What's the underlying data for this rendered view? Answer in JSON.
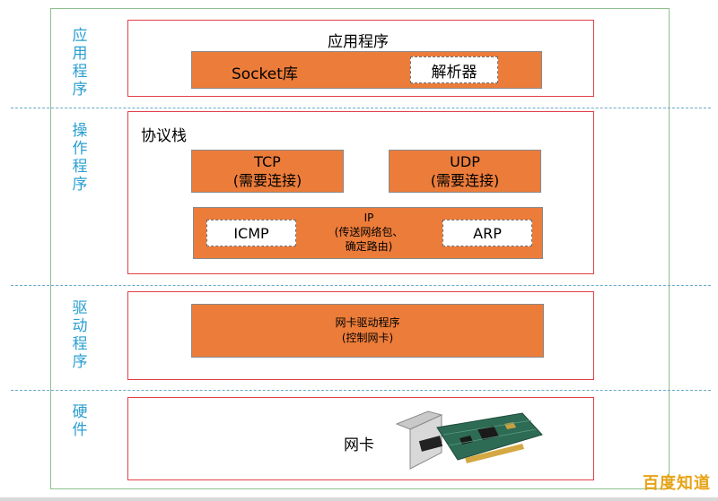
{
  "layers": {
    "app_label": [
      "应",
      "用",
      "程",
      "序"
    ],
    "os_label": [
      "操",
      "作",
      "程",
      "序"
    ],
    "driver_label": [
      "驱",
      "动",
      "程",
      "序"
    ],
    "hw_label": [
      "硬",
      "件"
    ]
  },
  "app": {
    "title": "应用程序",
    "socket": "Socket库",
    "parser": "解析器"
  },
  "stack": {
    "title": "协议栈",
    "tcp_line1": "TCP",
    "tcp_line2": "(需要连接)",
    "udp_line1": "UDP",
    "udp_line2": "(需要连接)",
    "ip_line1": "IP",
    "ip_line2": "(传送网络包、",
    "ip_line3": "确定路由)",
    "icmp": "ICMP",
    "arp": "ARP"
  },
  "driver": {
    "line1": "网卡驱动程序",
    "line2": "(控制网卡)"
  },
  "hardware": {
    "nic": "网卡"
  },
  "watermark": "百度知道",
  "colors": {
    "orange": "#ec7c3a",
    "red_border": "#e0404a",
    "green_border": "#8cc08c",
    "label_blue": "#2a9fd0"
  }
}
